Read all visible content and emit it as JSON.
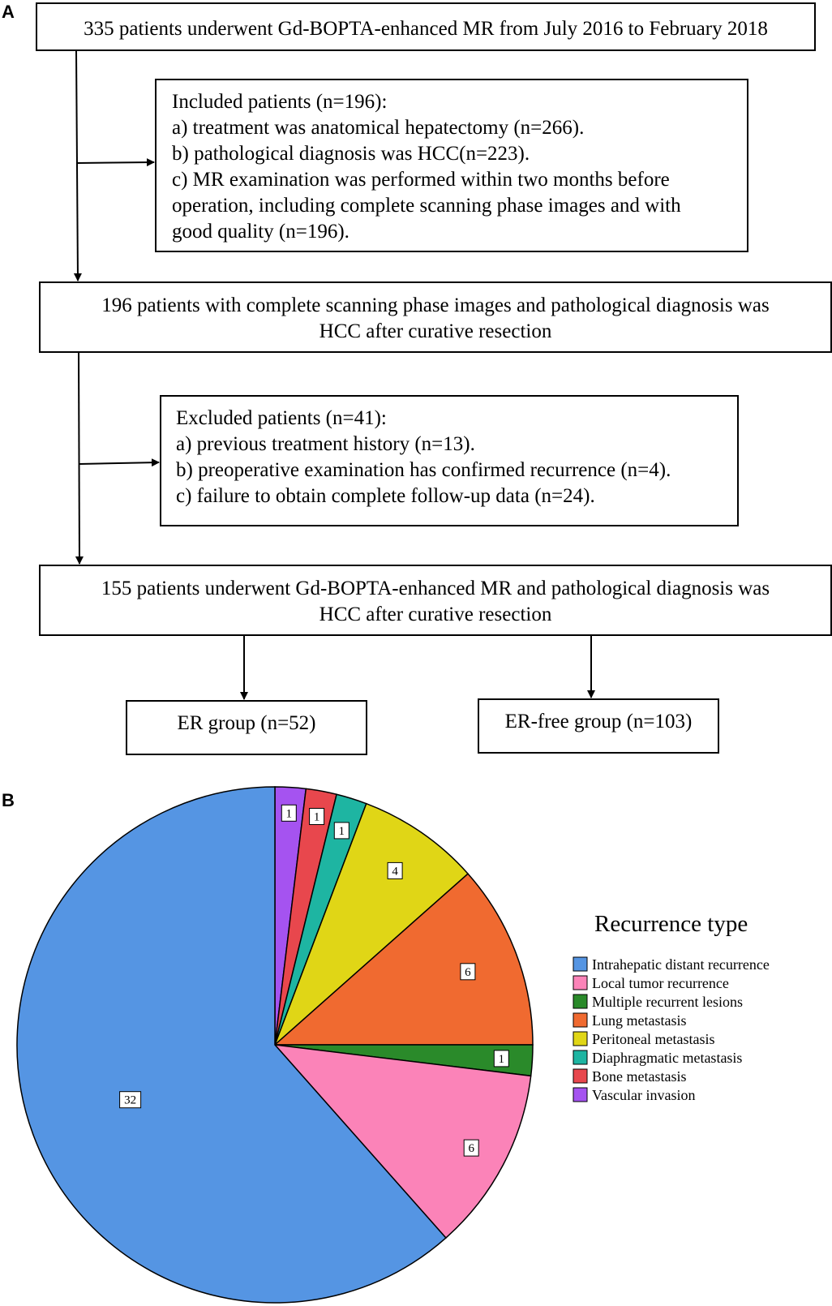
{
  "panel_a": {
    "label": "A",
    "box1": "335 patients underwent Gd-BOPTA-enhanced MR from July 2016 to February 2018",
    "included": {
      "title": "Included patients (n=196):",
      "line_a": "a) treatment was anatomical hepatectomy (n=266).",
      "line_b": "b) pathological diagnosis was HCC(n=223).",
      "line_c1": "c) MR examination was performed within two months before",
      "line_c2": "operation, including complete scanning phase images and with",
      "line_c3": "good quality (n=196)."
    },
    "box2": {
      "line1": "196 patients with complete scanning phase images and pathological diagnosis was",
      "line2": "HCC after curative resection"
    },
    "excluded": {
      "title": "Excluded patients (n=41):",
      "line_a": "a) previous treatment history (n=13).",
      "line_b": "b) preoperative examination has confirmed recurrence (n=4).",
      "line_c": "c) failure to obtain complete follow-up data (n=24)."
    },
    "box3": {
      "line1": "155 patients underwent Gd-BOPTA-enhanced MR and pathological diagnosis was",
      "line2": "HCC after curative resection"
    },
    "er_group": "ER group (n=52)",
    "er_free_group": "ER-free group (n=103)"
  },
  "panel_b": {
    "label": "B",
    "legend_title": "Recurrence type"
  },
  "chart_data": {
    "type": "pie",
    "title": "",
    "legend_title": "Recurrence type",
    "legend_position": "right",
    "slices": [
      {
        "label": "Intrahepatic distant recurrence",
        "value": 32,
        "color": "#5595e3"
      },
      {
        "label": "Local tumor recurrence",
        "value": 6,
        "color": "#fb83b8"
      },
      {
        "label": "Multiple recurrent lesions",
        "value": 1,
        "color": "#2a8a2a"
      },
      {
        "label": "Lung metastasis",
        "value": 6,
        "color": "#f06a30"
      },
      {
        "label": "Peritoneal metastasis",
        "value": 4,
        "color": "#e0d616"
      },
      {
        "label": "Diaphragmatic metastasis",
        "value": 1,
        "color": "#1eb5a2"
      },
      {
        "label": "Bone metastasis",
        "value": 1,
        "color": "#e8474d"
      },
      {
        "label": "Vascular invasion",
        "value": 1,
        "color": "#a553f0"
      }
    ]
  }
}
